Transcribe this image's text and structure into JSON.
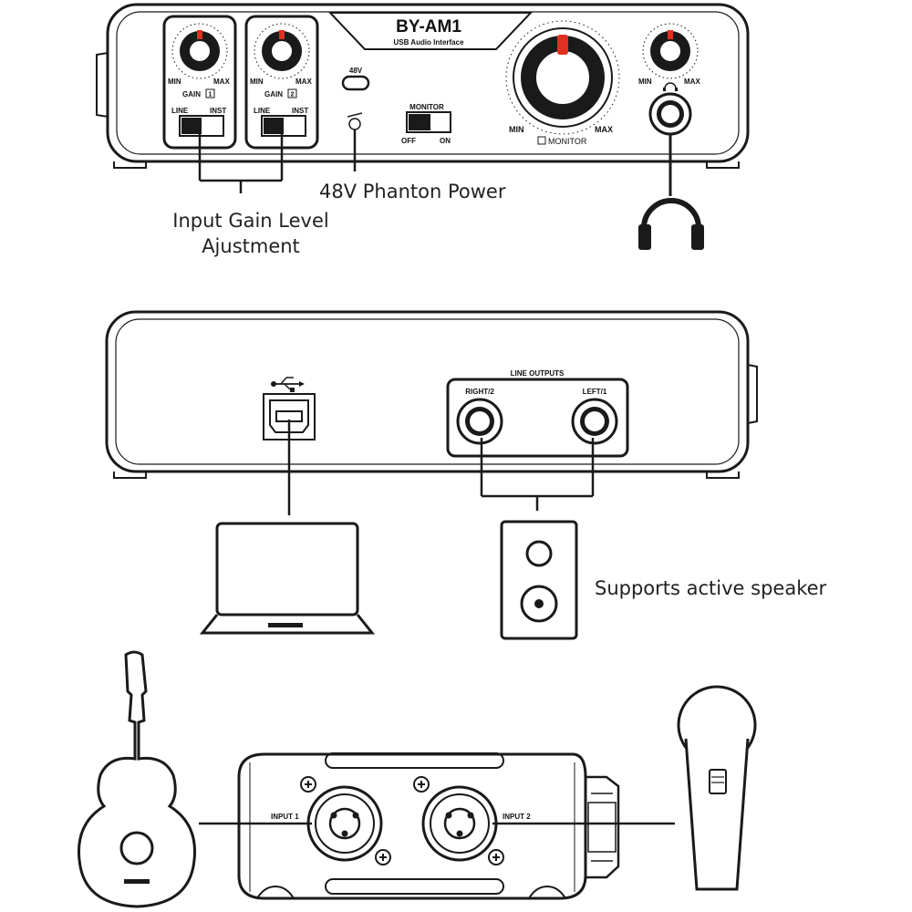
{
  "front_panel": {
    "model": "BY-AM1",
    "subtitle": "USB Audio Interface",
    "gain1": {
      "min": "MIN",
      "max": "MAX",
      "label": "GAIN",
      "num": "1",
      "line": "LINE",
      "inst": "INST"
    },
    "gain2": {
      "min": "MIN",
      "max": "MAX",
      "label": "GAIN",
      "num": "2",
      "line": "LINE",
      "inst": "INST"
    },
    "phantom": {
      "label": "48V"
    },
    "monitor_switch": {
      "label": "MONITOR",
      "off": "OFF",
      "on": "ON"
    },
    "monitor_knob": {
      "min": "MIN",
      "max": "MAX",
      "label": "MONITOR"
    },
    "headphone_knob": {
      "min": "MIN",
      "max": "MAX"
    }
  },
  "rear_panel": {
    "line_outputs": "LINE OUTPUTS",
    "right": "RIGHT/2",
    "left": "LEFT/1"
  },
  "bottom_panel": {
    "input1": "INPUT 1",
    "input2": "INPUT 2"
  },
  "callouts": {
    "gain_line1": "Input Gain Level",
    "gain_line2": "Ajustment",
    "phantom": "48V Phanton Power",
    "speaker": "Supports active speaker"
  },
  "icons": [
    "headphones-icon",
    "usb-icon",
    "laptop-icon",
    "speaker-icon",
    "guitar-icon",
    "microphone-icon"
  ]
}
